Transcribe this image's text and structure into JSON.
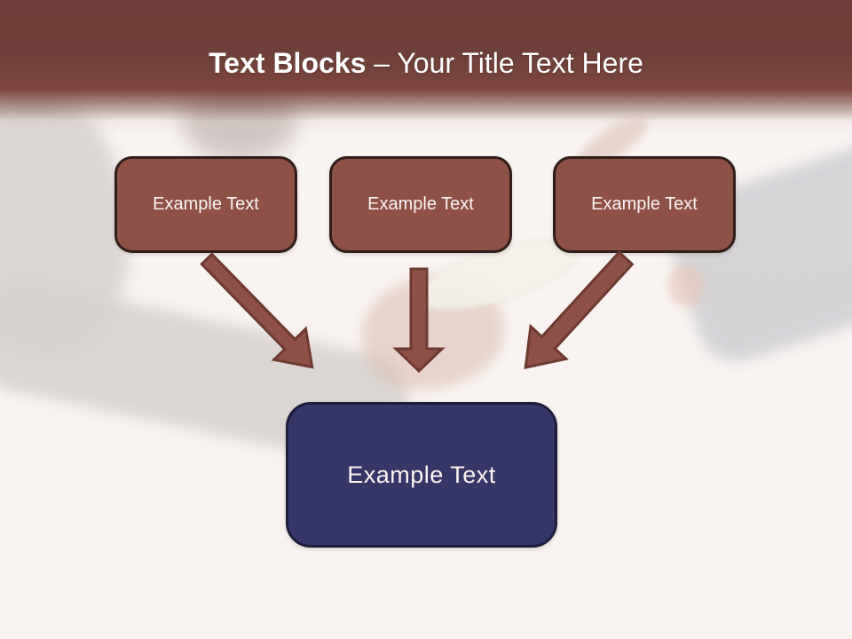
{
  "slide": {
    "title": {
      "bold": "Text Blocks",
      "rest": " – Your Title Text Here"
    },
    "top_boxes": [
      {
        "label": "Example Text"
      },
      {
        "label": "Example Text"
      },
      {
        "label": "Example Text"
      }
    ],
    "bottom_box": {
      "label": "Example Text"
    },
    "background_photo": "faint washed-out photo of businessmen hands exchanging money",
    "colors": {
      "header_brown": "#6e3f38",
      "top_box_fill": "#8e5146",
      "top_box_border": "#321e19",
      "bottom_box_fill": "#373669",
      "bottom_box_border": "#1d1d3e",
      "arrow_fill": "#8e5148",
      "arrow_outline": "#6e3a30",
      "title_text": "#ffffff",
      "box_text": "#fbf3f0"
    }
  }
}
